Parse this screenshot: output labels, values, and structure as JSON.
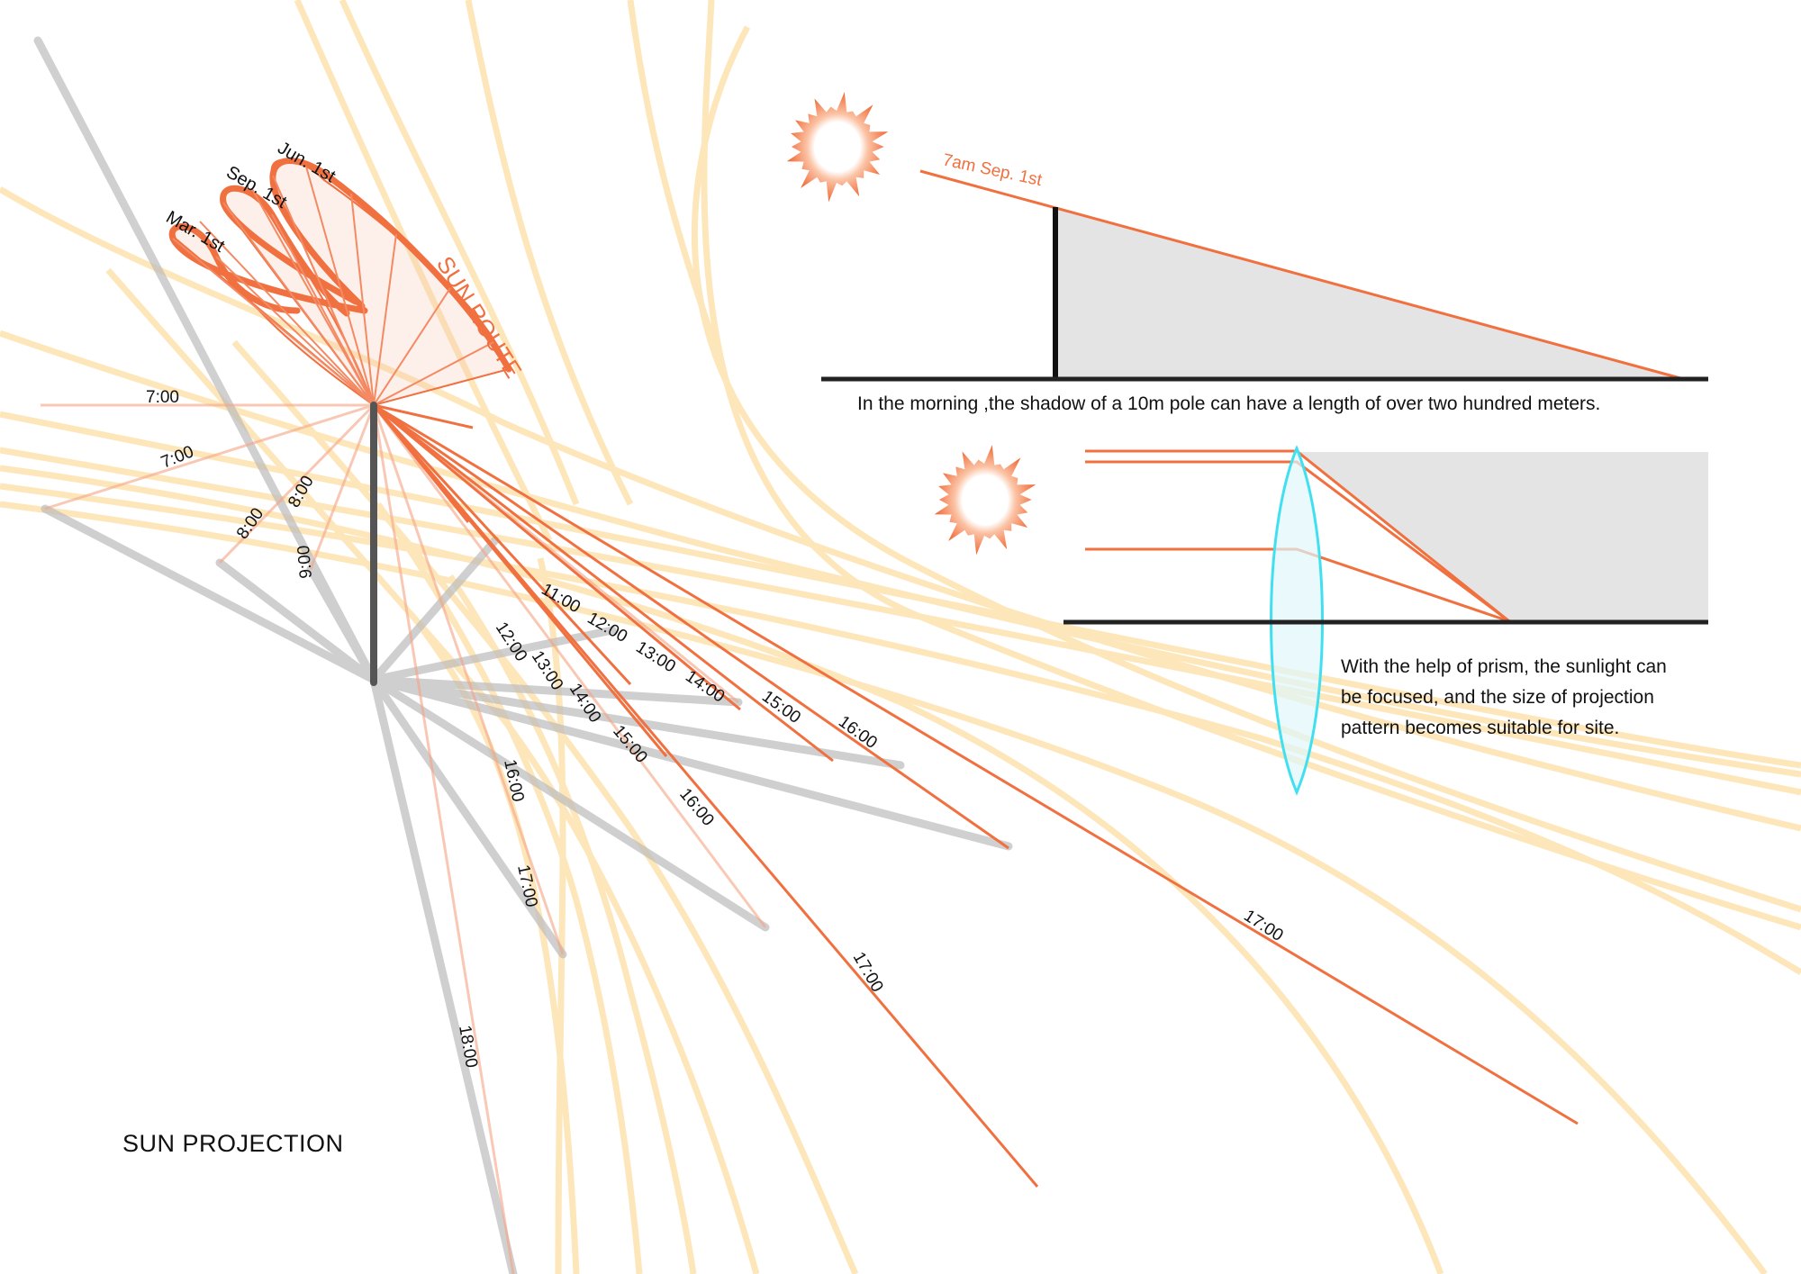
{
  "title": "SUN PROJECTION",
  "sun_route_label": "SUN ROUTE",
  "route_dates": [
    "Mar. 1st",
    "Sep. 1st",
    "Jun. 1st"
  ],
  "sun_time_labels": [
    "7:00",
    "7:00",
    "8:00",
    "8:00",
    "9:00",
    "11:00",
    "12:00",
    "13:00",
    "14:00",
    "15:00",
    "16:00"
  ],
  "shadow_time_labels": [
    "12:00",
    "13:00",
    "14:00",
    "15:00",
    "16:00",
    "16:00",
    "17:00",
    "17:00",
    "17:00",
    "18:00"
  ],
  "pole_diagram": {
    "ray_label": "7am  Sep. 1st",
    "caption": "In the morning ,the shadow of a 10m pole can have a length of over two hundred meters."
  },
  "prism_diagram": {
    "caption_lines": [
      "With the help of prism, the sunlight can",
      "be focused, and the size of projection",
      "pattern becomes suitable for site."
    ]
  },
  "colors": {
    "orange": "#f07040",
    "pale_yellow": "#fde6b4",
    "gray": "#bdbdbd",
    "lens": "#40e0f0",
    "shadow_fill": "#e4e4e4"
  }
}
